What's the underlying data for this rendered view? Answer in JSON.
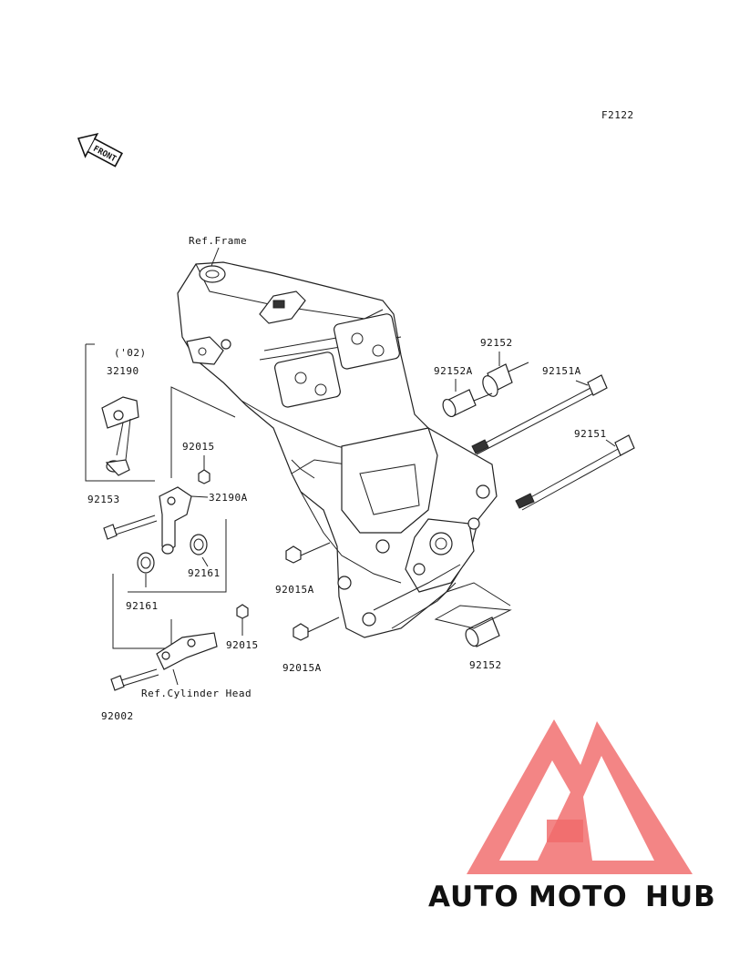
{
  "diagram": {
    "figure_code": "F2122",
    "front_arrow_text": "FRONT",
    "callouts": {
      "ref_frame": "Ref.Frame",
      "ref_cylinder_head": "Ref.Cylinder Head",
      "year_note": "('02)",
      "p32190": "32190",
      "p92015_top": "92015",
      "p32190a": "32190A",
      "p92153": "92153",
      "p92161_right": "92161",
      "p92161_left": "92161",
      "p92015_bottom": "92015",
      "p92002": "92002",
      "p92015a_upper": "92015A",
      "p92015a_lower": "92015A",
      "p92152_top": "92152",
      "p92152a": "92152A",
      "p92151a": "92151A",
      "p92151": "92151",
      "p92152_bottom": "92152"
    }
  },
  "watermark": {
    "part_auto": "AUTO",
    "part_moto": "MOTO",
    "part_hub": "HUB",
    "colors": {
      "logo": "#f06a6a",
      "auto": "#f5a623",
      "moto": "#f06a6a",
      "hub": "#555555"
    }
  }
}
